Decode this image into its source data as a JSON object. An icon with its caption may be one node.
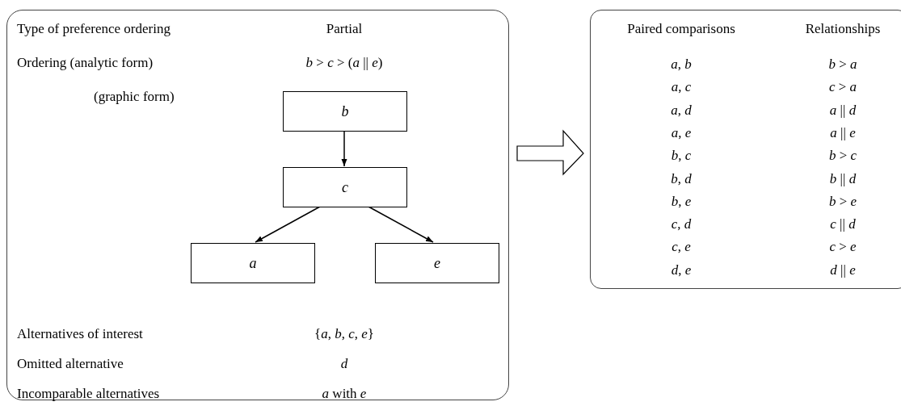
{
  "diagram": {
    "nodes": [
      {
        "text": [
          "Type of preference ordering",
          "Partial",
          "Ordering (analytic form)",
          "*b* > *c* > (*a* || *e*)",
          "(graphic form)",
          "Alternatives of interest",
          "{*a*, *b*, *c*, *e*}",
          "Omitted alternative",
          "*d*",
          "Incomparable alternatives",
          "*a* with *e*"
        ]
      },
      {
        "text": [
          "Paired comparisons",
          "Relationships",
          "*a*, *b*",
          "*b* > *a*",
          "*a*, *c*",
          "*c* > *a*",
          "*a*, *d*",
          "*a* || *d*",
          "*a*, *e*",
          "*a* || *e*",
          "*b*, *c*",
          "*b* > *c*",
          "*b*, *d*",
          "*b* || *d*",
          "*b*, *e*",
          "*b* > *e*",
          "*c*, *d*",
          "*c* || *d*",
          "*c*, *e*",
          "*c* > *e*",
          "*d*, *e*",
          "*d* || *e*"
        ]
      },
      {
        "text": [
          "b"
        ],
        "in": 0
      },
      {
        "text": [
          "c"
        ],
        "in": 0
      },
      {
        "text": [
          "a"
        ],
        "in": 0
      },
      {
        "text": [
          "e"
        ],
        "in": 0
      }
    ],
    "edges": [
      {
        "from": 0,
        "to": 1,
        "arrow": "to",
        "style": "thick"
      },
      {
        "from": 2,
        "to": 3,
        "arrow": "to"
      },
      {
        "from": 3,
        "to": 4,
        "arrow": "to"
      },
      {
        "from": 3,
        "to": 5,
        "arrow": "to"
      }
    ]
  }
}
